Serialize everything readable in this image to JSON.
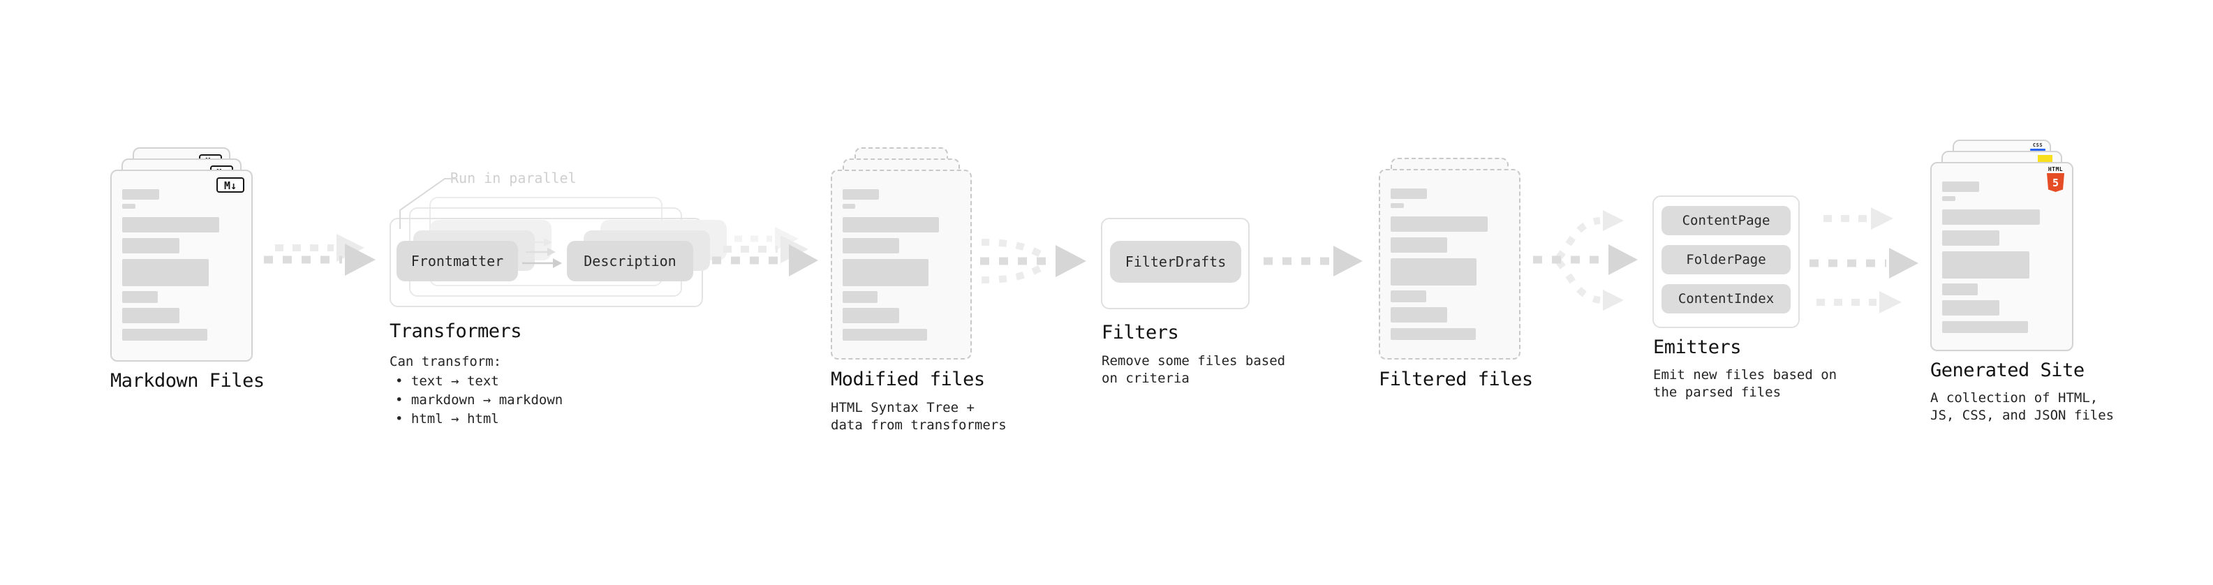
{
  "markdown_files": {
    "label": "Markdown Files",
    "icon_text": "M↓"
  },
  "transformers": {
    "label": "Transformers",
    "parallel_note": "Run in parallel",
    "steps": [
      "Frontmatter",
      "Description"
    ],
    "desc_title": "Can transform:",
    "bullets": [
      "• text → text",
      "• markdown → markdown",
      "• html → html"
    ]
  },
  "modified_files": {
    "label": "Modified files",
    "desc_lines": [
      "HTML Syntax Tree +",
      "data from transformers"
    ]
  },
  "filters": {
    "label": "Filters",
    "pill": "FilterDrafts",
    "desc_lines": [
      "Remove some files based",
      "on criteria"
    ]
  },
  "filtered_files": {
    "label": "Filtered files"
  },
  "emitters": {
    "label": "Emitters",
    "pills": [
      "ContentPage",
      "FolderPage",
      "ContentIndex"
    ],
    "desc_lines": [
      "Emit new files based on",
      "the parsed files"
    ]
  },
  "generated_site": {
    "label": "Generated Site",
    "desc_lines": [
      "A collection of HTML,",
      "JS, CSS, and JSON files"
    ],
    "badges": {
      "html_label": "HTML",
      "html_number": "5",
      "css_label": "CSS"
    }
  },
  "colors": {
    "html5_orange": "#e44d26",
    "js_yellow": "#f7df1e",
    "css_blue": "#2965f1"
  }
}
